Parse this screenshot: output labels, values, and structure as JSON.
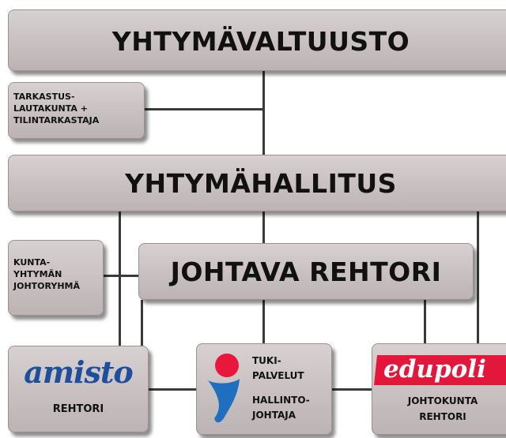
{
  "boxes": {
    "valtuusto": "YHTYMÄVALTUUSTO",
    "tarkastus": [
      "TARKASTUS-",
      "LAUTAKUNTA +",
      "TILINTARKASTAJA"
    ],
    "hallitus": "YHTYMÄHALLITUS",
    "johtoryhma": [
      "KUNTA-",
      "YHTYMÄN",
      "JOHTORYHMÄ"
    ],
    "rehtori": "JOHTAVA REHTORI",
    "amisto": {
      "logo": "amisto",
      "label": "REHTORI"
    },
    "tukipalvelut": {
      "lines": [
        "TUKI-",
        "PALVELUT",
        "HALLINTO-",
        "JOHTAJA"
      ]
    },
    "edupoli": {
      "logo": "edupoli",
      "lines": [
        "JOHTOKUNTA",
        "REHTORI"
      ]
    }
  },
  "colors": {
    "box": "#cbc3c3",
    "amisto_blue": "#1e4f9c",
    "edupoli_red": "#e3173b",
    "tuki_red": "#e8173b",
    "tuki_blue": "#1e6fc0"
  }
}
